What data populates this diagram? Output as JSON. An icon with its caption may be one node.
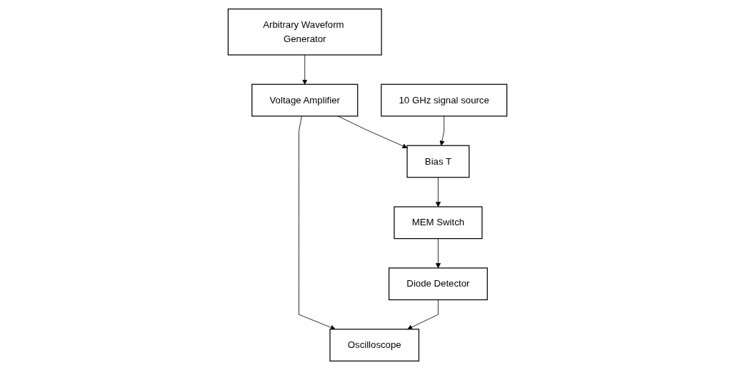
{
  "diagram": {
    "nodes": [
      {
        "text": [
          "Arbitrary Waveform Generator"
        ]
      },
      {
        "text": [
          "Voltage Amplifier"
        ]
      },
      {
        "text": [
          "10 GHz signal source"
        ]
      },
      {
        "text": [
          "Bias T"
        ]
      },
      {
        "text": [
          "MEM Switch"
        ]
      },
      {
        "text": [
          "Diode Detector"
        ]
      },
      {
        "text": [
          "Oscilloscope"
        ]
      }
    ],
    "edges": [
      {
        "from": 0,
        "to": 1,
        "arrow": "to"
      },
      {
        "from": 1,
        "to": 6,
        "arrow": "to"
      },
      {
        "from": 1,
        "to": 3,
        "arrow": "to"
      },
      {
        "from": 2,
        "to": 3,
        "arrow": "to"
      },
      {
        "from": 3,
        "to": 4,
        "arrow": "to"
      },
      {
        "from": 4,
        "to": 5,
        "arrow": "to"
      },
      {
        "from": 5,
        "to": 6,
        "arrow": "to"
      }
    ]
  }
}
